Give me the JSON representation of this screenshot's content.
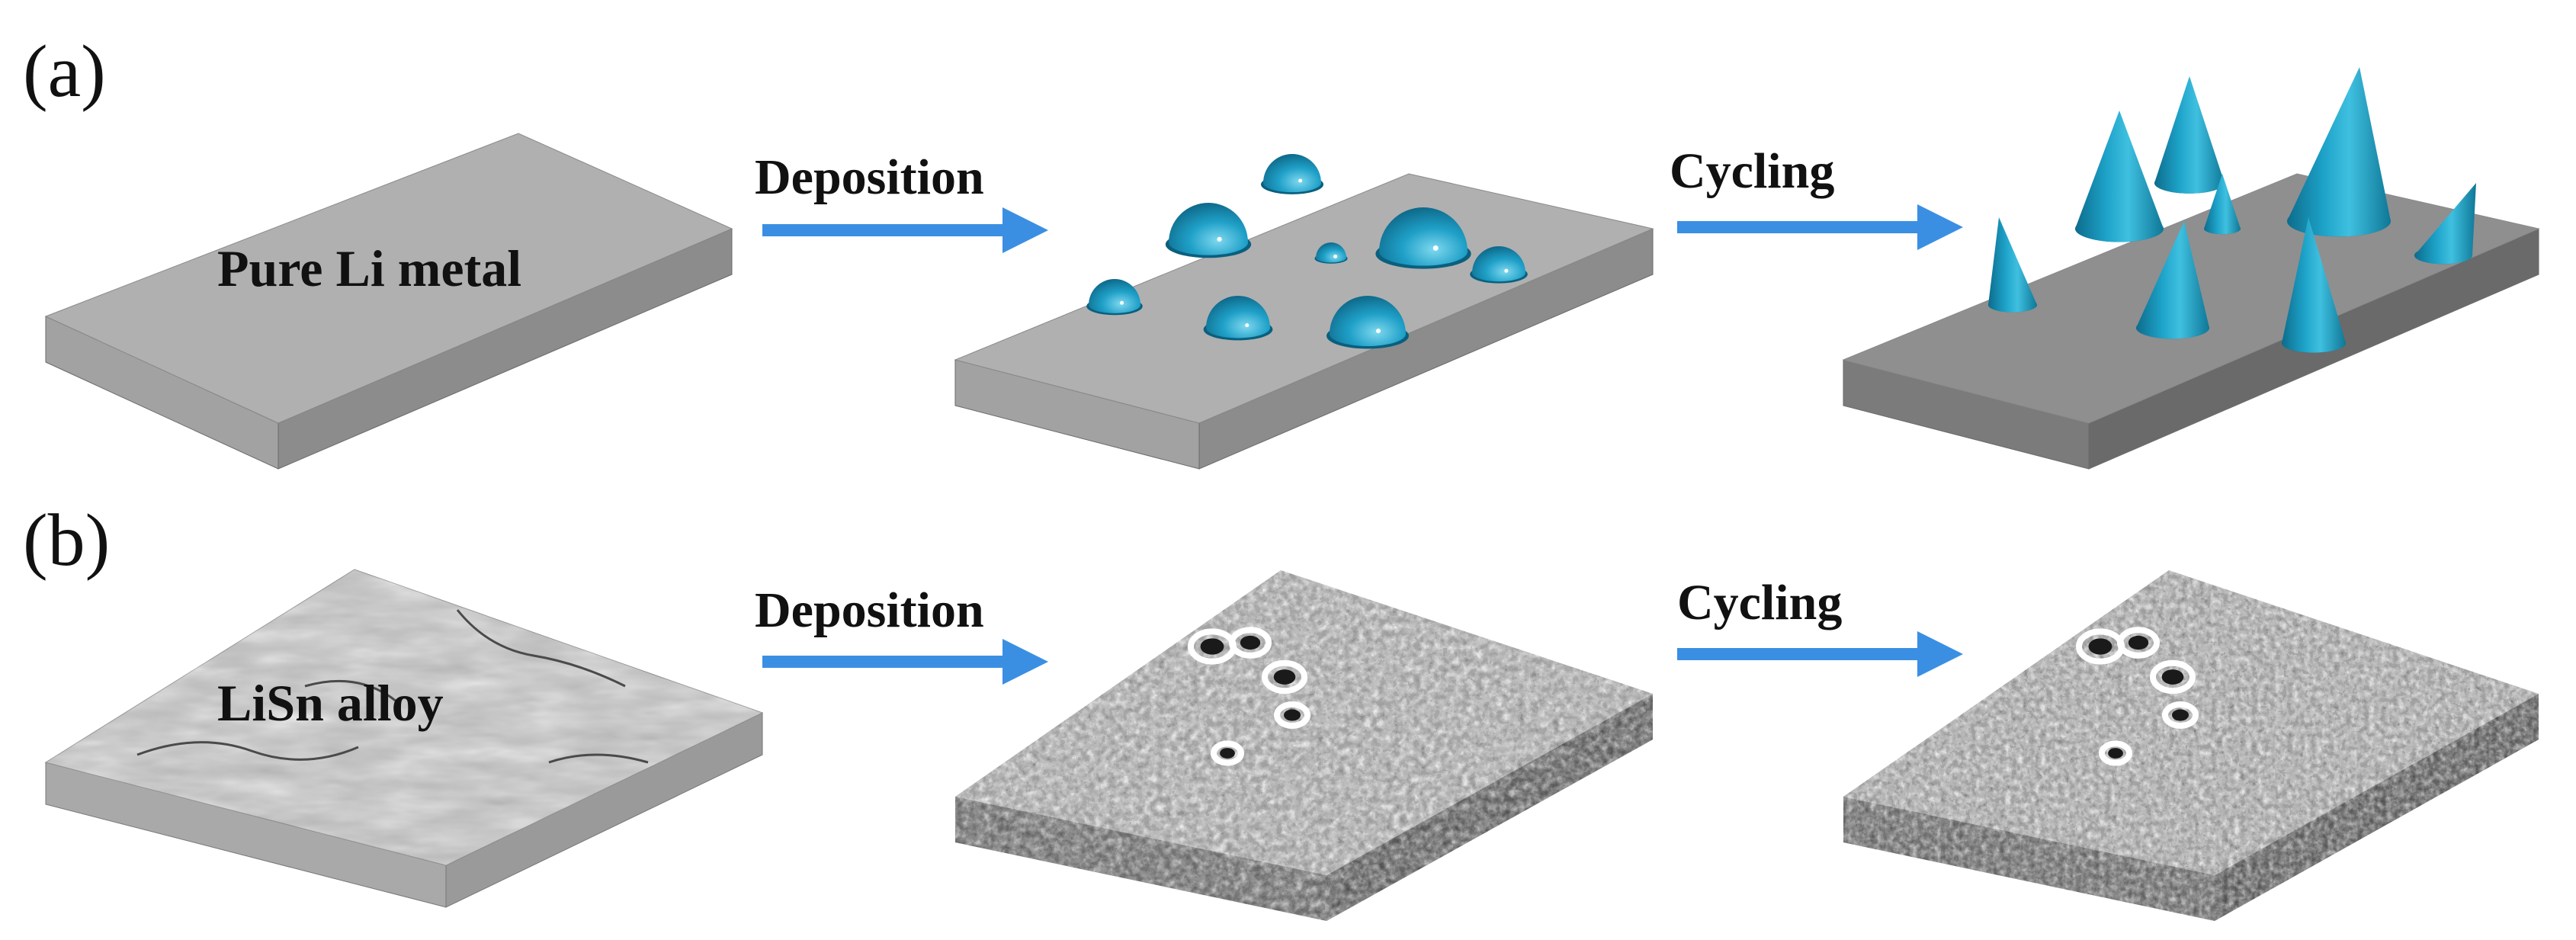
{
  "panels": [
    {
      "label": "(a)",
      "plate_label": "Pure Li metal",
      "steps": [
        "Deposition",
        "Cycling"
      ]
    },
    {
      "label": "(b)",
      "plate_label": "LiSn alloy",
      "steps": [
        "Deposition",
        "Cycling"
      ]
    }
  ],
  "colors": {
    "arrow": "#3a8fe3",
    "li_top": "#b0b0b0",
    "li_front": "#a2a2a2",
    "li_side": "#8c8c8c",
    "li_cycled_top": "#8f8f8f",
    "li_cycled_front": "#7b7b7b",
    "li_cycled_side": "#6a6a6a",
    "deposit": "#1fa0c8",
    "alloy_top": "#bdbdbd"
  }
}
